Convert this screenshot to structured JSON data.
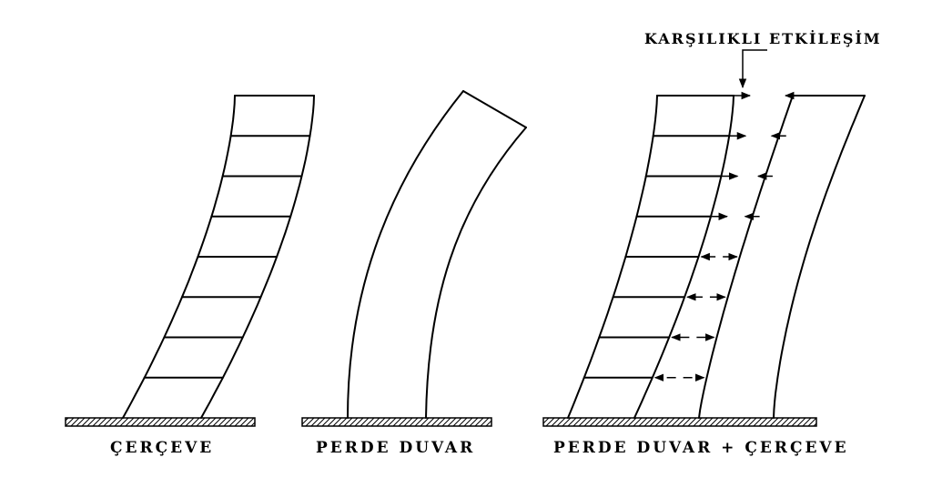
{
  "labels": {
    "frame": "ÇERÇEVE",
    "shear_wall": "PERDE DUVAR",
    "dual_system": "PERDE DUVAR + ÇERÇEVE",
    "interaction": "KARŞILIKLI ETKİLEŞİM"
  },
  "colors": {
    "line": "#000000",
    "background": "#ffffff"
  },
  "frame_stories": 8,
  "interaction_arrows": 8
}
